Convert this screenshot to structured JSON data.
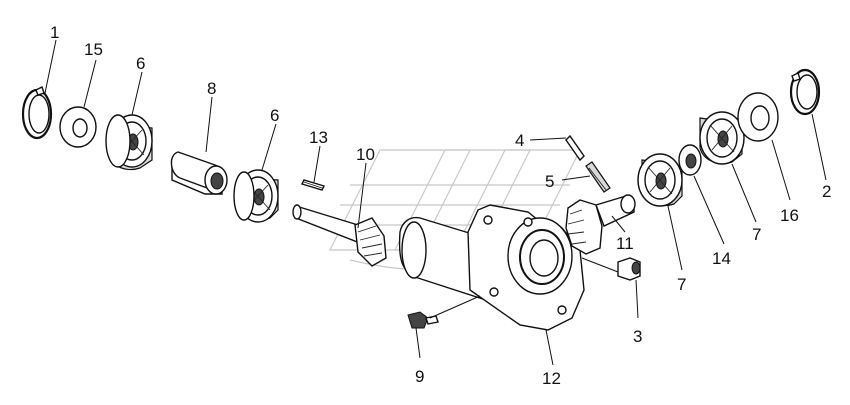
{
  "callouts": {
    "c1": "1",
    "c2": "2",
    "c3": "3",
    "c4": "4",
    "c5": "5",
    "c6a": "6",
    "c6b": "6",
    "c7a": "7",
    "c7b": "7",
    "c8": "8",
    "c9": "9",
    "c10": "10",
    "c11": "11",
    "c12": "12",
    "c13": "13",
    "c14": "14",
    "c15": "15",
    "c16": "16"
  }
}
